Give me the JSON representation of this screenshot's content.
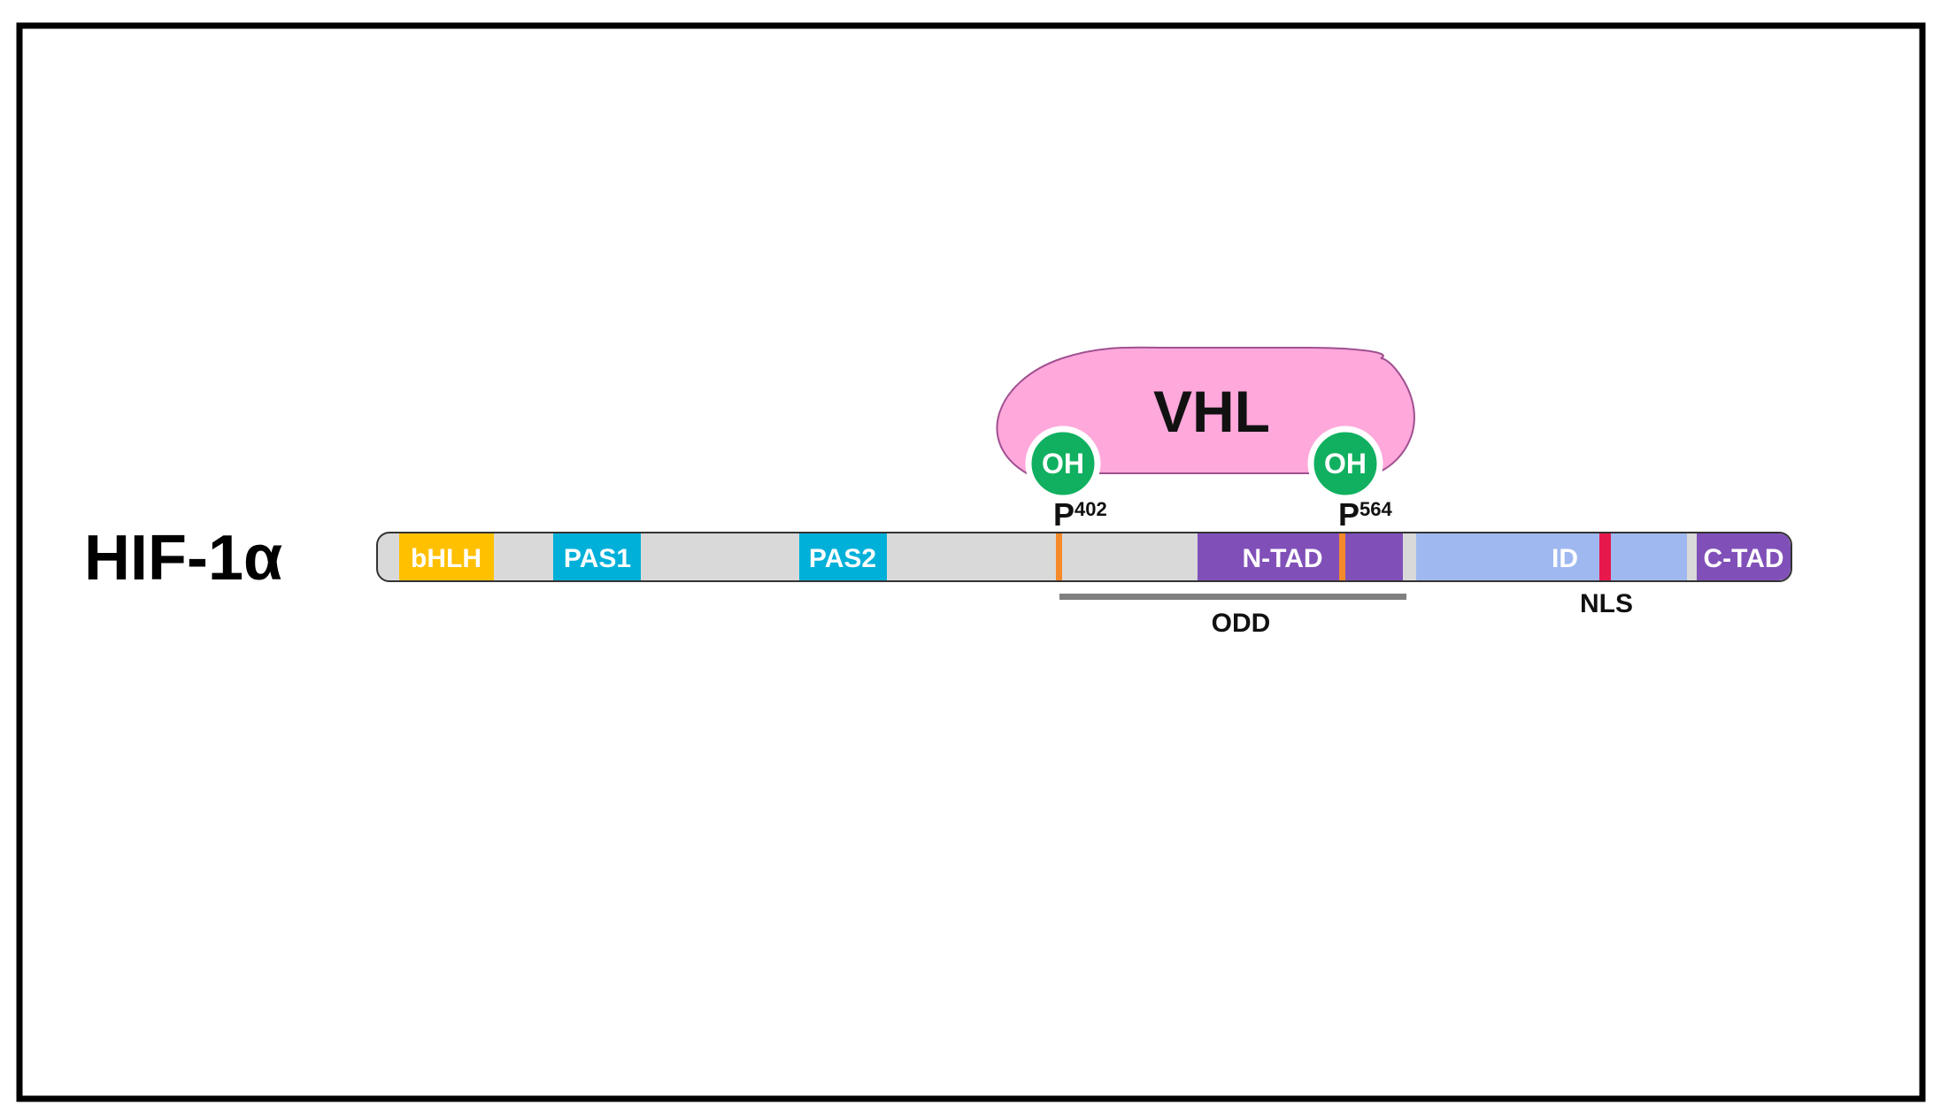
{
  "protein_name": "HIF-1α",
  "vhl_label": "VHL",
  "hydroxyl_label": "OH",
  "sites": [
    {
      "residue": "P",
      "number": "402"
    },
    {
      "residue": "P",
      "number": "564"
    }
  ],
  "domains": {
    "bhlh": "bHLH",
    "pas1": "PAS1",
    "pas2": "PAS2",
    "ntad": "N-TAD",
    "id": "ID",
    "ctad": "C-TAD"
  },
  "odd_label": "ODD",
  "nls_label": "NLS",
  "colors": {
    "backbone": "#d9d9d9",
    "bhlh": "#ffc000",
    "pas": "#00b0d8",
    "tad": "#8050b8",
    "id": "#a0b8f0",
    "nls": "#e8184c",
    "proline_mark": "#f58a2a",
    "vhl": "#ffa8dc",
    "oh": "#10b060",
    "odd_bar": "#808080"
  }
}
